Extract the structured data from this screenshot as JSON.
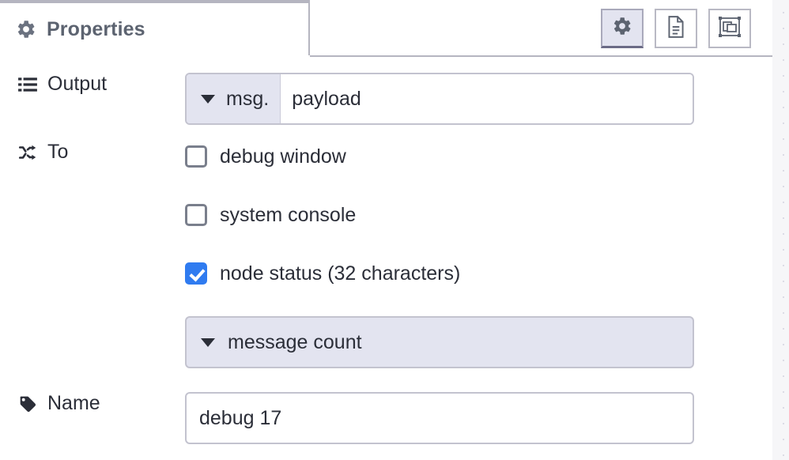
{
  "panel": {
    "tab": {
      "label": "Properties",
      "icon": "gear-icon"
    },
    "tool_buttons": [
      {
        "name": "properties-tab-button",
        "icon": "gear-icon",
        "active": true
      },
      {
        "name": "description-tab-button",
        "icon": "document-icon",
        "active": false
      },
      {
        "name": "appearance-tab-button",
        "icon": "appearance-icon",
        "active": false
      }
    ]
  },
  "form": {
    "output": {
      "label": "Output",
      "icon": "list-icon",
      "type_prefix": "msg.",
      "value": "payload",
      "placeholder": ""
    },
    "to": {
      "label": "To",
      "icon": "shuffle-icon",
      "options": [
        {
          "label": "debug window",
          "checked": false
        },
        {
          "label": "system console",
          "checked": false
        },
        {
          "label": "node status (32 characters)",
          "checked": true
        }
      ],
      "status_select": {
        "value": "message count"
      }
    },
    "name": {
      "label": "Name",
      "icon": "tag-icon",
      "value": "debug 17",
      "placeholder": "Name"
    }
  },
  "colors": {
    "accent_checked": "#2f7bf0",
    "field_highlight": "#e3e4f0",
    "border": "#c3c3cf",
    "text": "#2b2e38",
    "tab_text": "#5c6370"
  }
}
